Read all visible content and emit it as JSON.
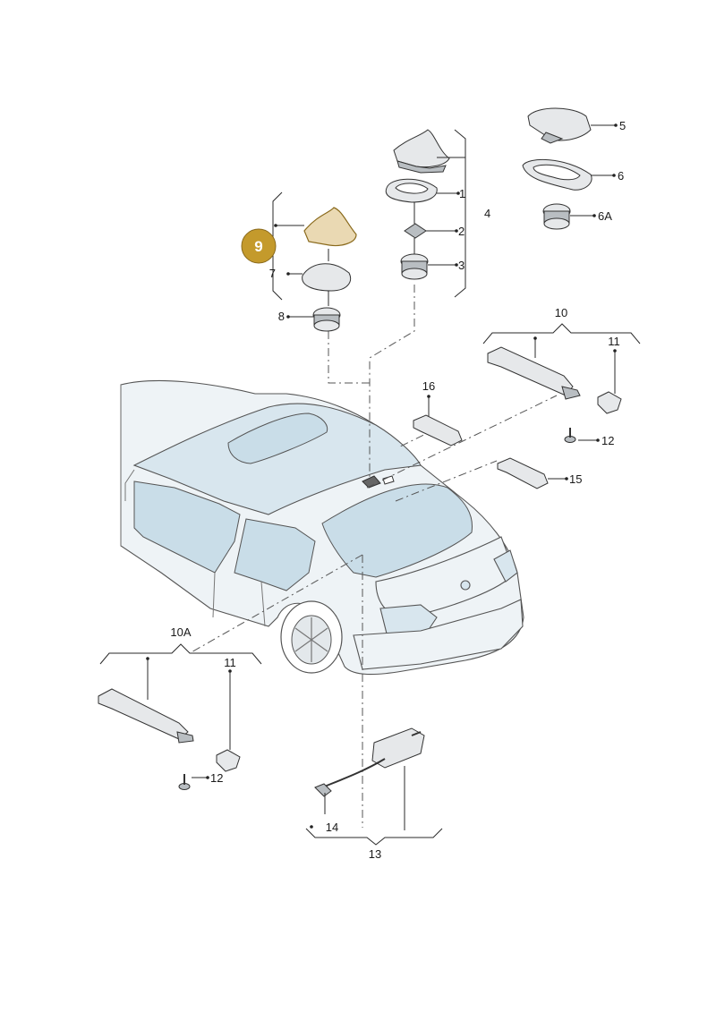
{
  "callouts": {
    "c1": "1",
    "c2": "2",
    "c3": "3",
    "c4": "4",
    "c5": "5",
    "c6": "6",
    "c6a": "6A",
    "c7": "7",
    "c8": "8",
    "c10": "10",
    "c10a": "10A",
    "c11a": "11",
    "c11b": "11",
    "c12a": "12",
    "c12b": "12",
    "c13": "13",
    "c14": "14",
    "c15": "15",
    "c16": "16"
  },
  "highlight": {
    "label": "9",
    "color": "#c49a2c"
  },
  "colors": {
    "car_body": "#eef3f6",
    "car_glass": "#c9dde8",
    "line": "#2a2a2a"
  }
}
